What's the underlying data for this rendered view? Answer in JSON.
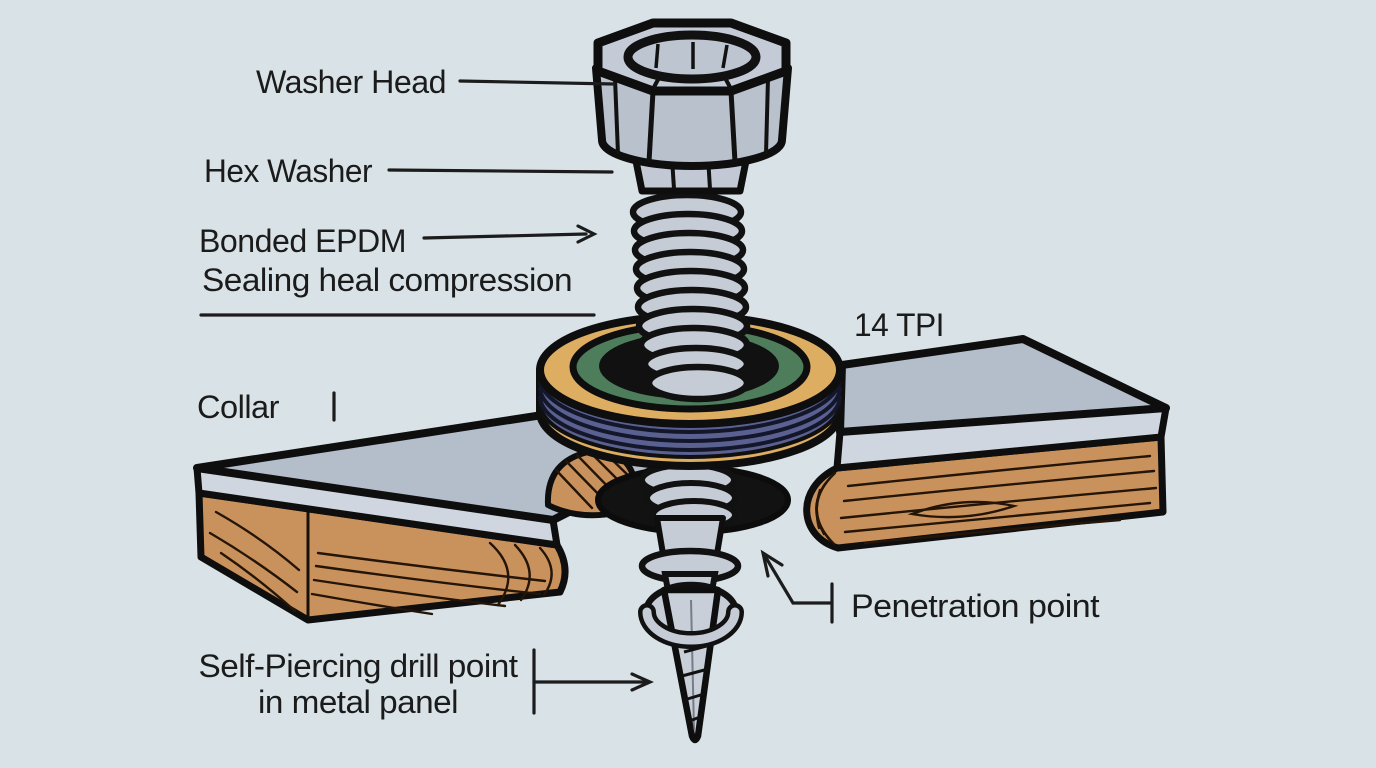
{
  "diagram": {
    "type": "technical-illustration",
    "labels": {
      "washer_head": "Washer Head",
      "hex_washer": "Hex Washer",
      "bonded_epdm_line1": "Bonded EPDM",
      "bonded_epdm_line2": "Sealing heal compression",
      "collar": "Collar",
      "thread_pitch": "14 TPI",
      "penetration_point": "Penetration point",
      "drill_point_line1": "Self-Piercing drill point",
      "drill_point_line2": "in metal panel"
    },
    "colors": {
      "background": "#d9e3e7",
      "outline": "#0e0e0e",
      "text": "#1b1b1b",
      "metal_top": "#b4bdca",
      "metal_edge": "#cfd6df",
      "wood": "#c9925d",
      "screw_body": "#c5ccd6",
      "washer_rim_tan": "#ddae62",
      "washer_seal_green": "#4e7d5b",
      "washer_core_black": "#111111",
      "washer_side_blue": "#5a6191"
    }
  }
}
